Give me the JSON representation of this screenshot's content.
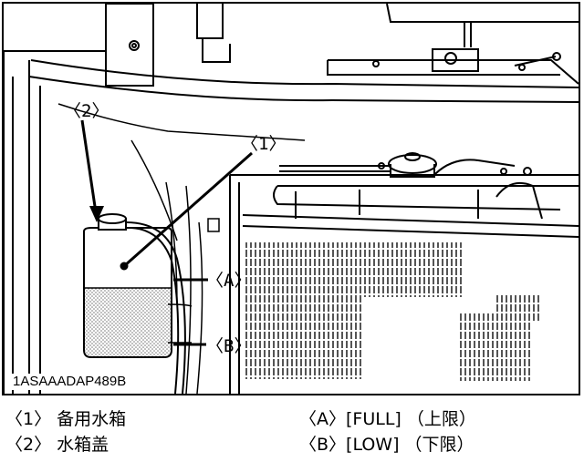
{
  "figure": {
    "code": "1ASAAADAP489B",
    "callouts": {
      "one": "〈1〉",
      "two": "〈2〉",
      "a": "〈A〉",
      "b": "〈B〉"
    }
  },
  "legend": {
    "item1": "〈1〉 备用水箱",
    "item2": "〈2〉 水箱盖",
    "itemA": "〈A〉[FULL] （上限）",
    "itemB": "〈B〉[LOW] （下限）"
  }
}
